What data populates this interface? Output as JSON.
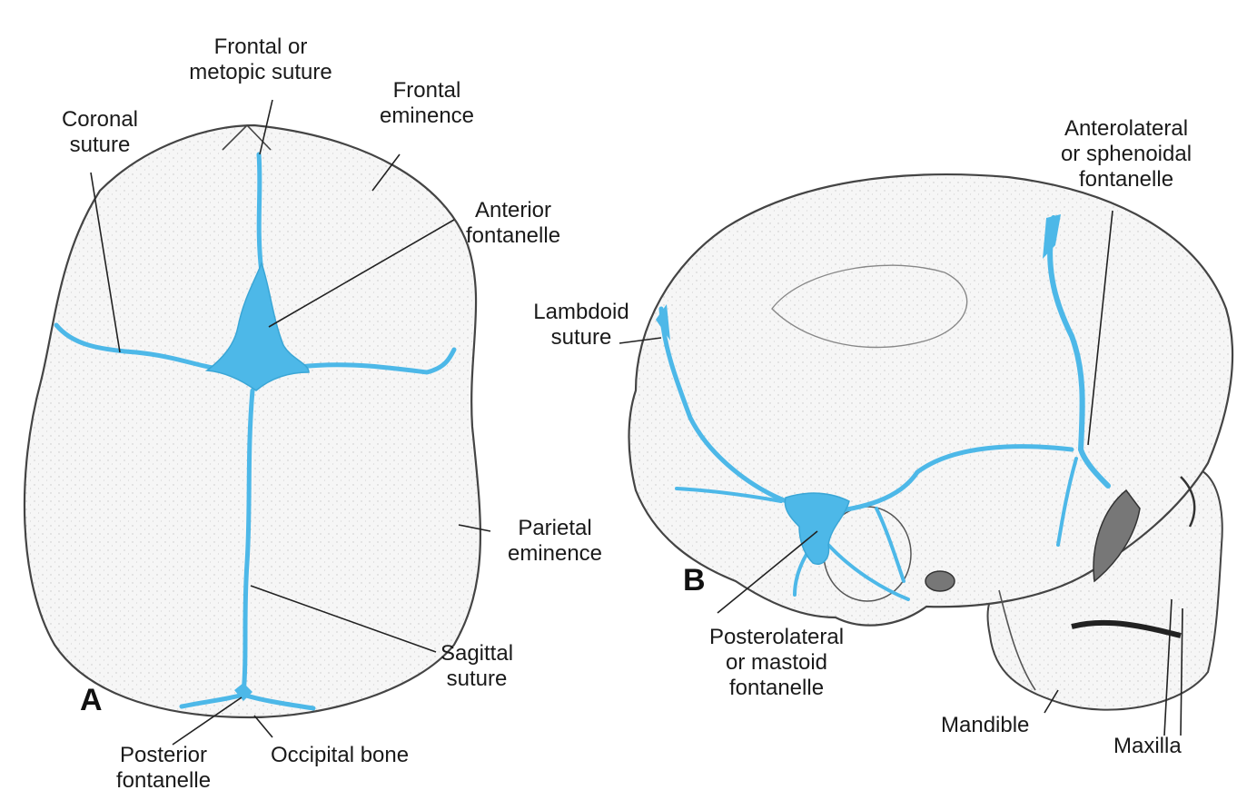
{
  "colors": {
    "suture": "#4db8e8",
    "outline": "#444444",
    "bone": "#f3f3f3",
    "text": "#1a1a1a"
  },
  "panels": {
    "a": {
      "letter": "A",
      "labels": {
        "frontal_suture": [
          "Frontal or",
          "metopic suture"
        ],
        "coronal_suture": [
          "Coronal",
          "suture"
        ],
        "frontal_eminence": [
          "Frontal",
          "eminence"
        ],
        "anterior_fontanelle": [
          "Anterior",
          "fontanelle"
        ],
        "parietal_eminence": [
          "Parietal",
          "eminence"
        ],
        "sagittal_suture": [
          "Sagittal",
          "suture"
        ],
        "posterior_fontanelle": [
          "Posterior",
          "fontanelle"
        ],
        "occipital_bone": "Occipital bone"
      }
    },
    "b": {
      "letter": "B",
      "labels": {
        "anterolateral_fontanelle": [
          "Anterolateral",
          "or sphenoidal",
          "fontanelle"
        ],
        "lambdoid_suture": [
          "Lambdoid",
          "suture"
        ],
        "posterolateral_fontanelle": [
          "Posterolateral",
          "or mastoid",
          "fontanelle"
        ],
        "mandible": "Mandible",
        "maxilla": "Maxilla"
      }
    }
  }
}
